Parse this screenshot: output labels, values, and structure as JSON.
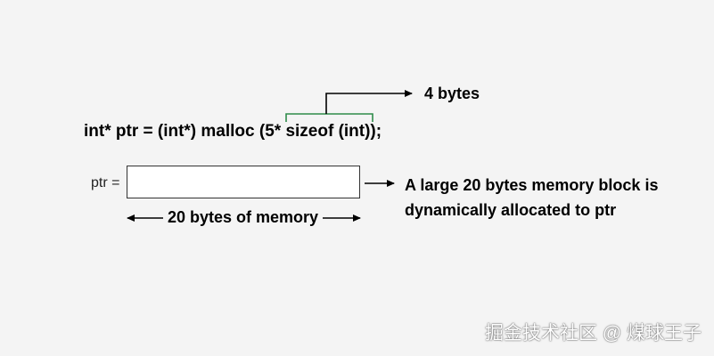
{
  "code": "int* ptr = (int*) malloc (5* sizeof (int));",
  "annotation_size": "4 bytes",
  "pointer_label": "ptr =",
  "description": {
    "line1": "A large 20 bytes memory block is",
    "line2": "dynamically allocated to ptr"
  },
  "memory_size_label": "20 bytes of memory",
  "watermark": "掘金技术社区 @ 煤球王子",
  "colors": {
    "background": "#f4f4f4",
    "bracket": "#2e8b4a",
    "box_fill": "#ffffff",
    "text": "#000000"
  }
}
